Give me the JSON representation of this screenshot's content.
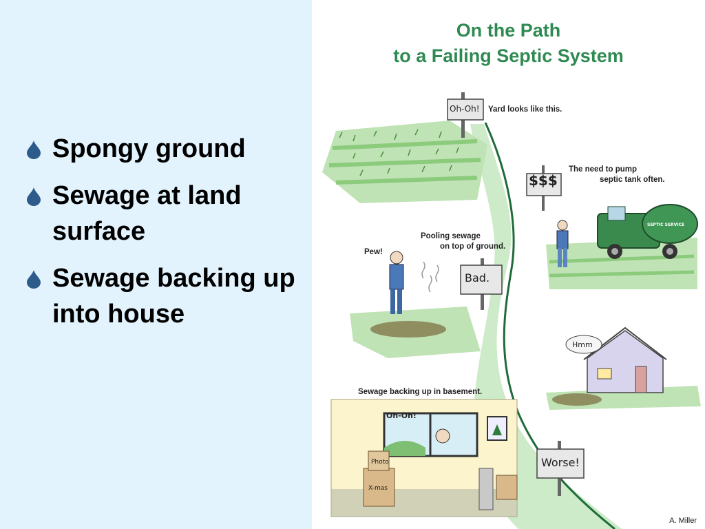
{
  "bullets": [
    {
      "label": "Spongy ground"
    },
    {
      "label": "Sewage at land surface"
    },
    {
      "label": "Sewage backing up into house"
    }
  ],
  "figure": {
    "title_line1": "On the Path",
    "title_line2": "to a Failing Septic System",
    "captions": {
      "yard": "Yard looks like this.",
      "pump_line1": "The need to pump",
      "pump_line2": "septic tank often.",
      "pooling_line1": "Pooling sewage",
      "pooling_line2": "on top of ground.",
      "basement": "Sewage backing up in basement.",
      "pew": "Pew!"
    },
    "signs": {
      "ohoh": "Oh-Oh!",
      "dollars": "$$$",
      "bad": "Bad.",
      "worse": "Worse!",
      "hmm": "Hmm",
      "window_ohoh": "Oh-Oh!",
      "box_photo": "Photo",
      "box_xmas": "X-mas",
      "truck": "SEPTIC SERVICE"
    },
    "credit": "A. Miller"
  },
  "colors": {
    "bullet_bg": "#e3f3fd",
    "title": "#2f8a52",
    "path": "#c9e8c6",
    "grass": "#9ed28f",
    "drop": "#2d5b8c"
  }
}
